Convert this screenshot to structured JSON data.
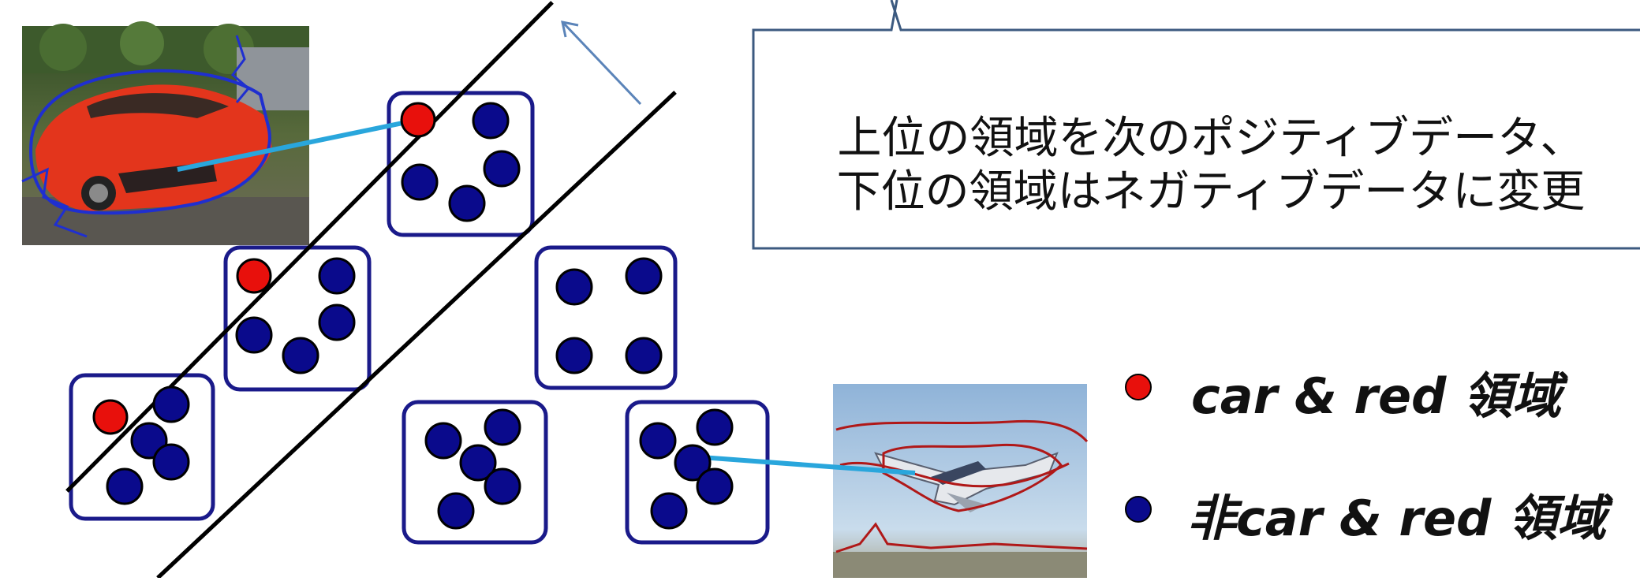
{
  "callout": {
    "line1": "上位の領域を次のポジティブデータ、",
    "line2": "下位の領域はネガティブデータに変更"
  },
  "legend": {
    "positive_label": "car & red 領域",
    "negative_label": "非car & red 領域"
  },
  "colors": {
    "positive_dot": "#e8100c",
    "negative_dot": "#0a0a8c",
    "box_border": "#1a1a8a",
    "connector": "#29a6dc",
    "arrow": "#5b84b9",
    "callout_border": "#3c5a80",
    "car_outline": "#1f2fd0",
    "plane_outline": "#b01818"
  },
  "images": {
    "car_photo": "red sports car photo with blue segmentation outline",
    "plane_photo": "airliner takeoff photo with red segmentation outline"
  }
}
